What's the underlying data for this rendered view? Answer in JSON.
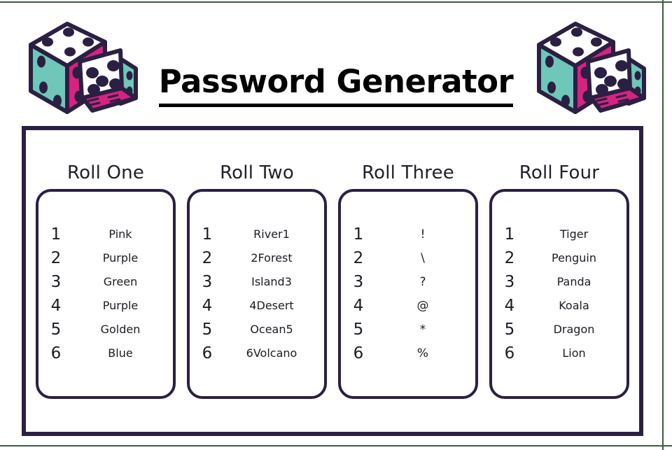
{
  "page": {
    "title": "Password Generator",
    "background_color": "#ffffff",
    "edge_rule_color": "#3f5c44",
    "frame_color": "#2b1f43",
    "accent_teal": "#6ec7b8",
    "accent_magenta": "#d6237f",
    "accent_navy": "#2b1f43"
  },
  "decorations": {
    "dice_left": "dice-pair-illustration",
    "dice_right": "dice-pair-illustration"
  },
  "columns": [
    {
      "heading": "Roll One",
      "rows": [
        {
          "num": "1",
          "value": "Pink"
        },
        {
          "num": "2",
          "value": "Purple"
        },
        {
          "num": "3",
          "value": "Green"
        },
        {
          "num": "4",
          "value": "Purple"
        },
        {
          "num": "5",
          "value": "Golden"
        },
        {
          "num": "6",
          "value": "Blue"
        }
      ]
    },
    {
      "heading": "Roll Two",
      "rows": [
        {
          "num": "1",
          "value": "River1"
        },
        {
          "num": "2",
          "value": "2Forest"
        },
        {
          "num": "3",
          "value": "Island3"
        },
        {
          "num": "4",
          "value": "4Desert"
        },
        {
          "num": "5",
          "value": "Ocean5"
        },
        {
          "num": "6",
          "value": "6Volcano"
        }
      ]
    },
    {
      "heading": "Roll Three",
      "rows": [
        {
          "num": "1",
          "value": "!"
        },
        {
          "num": "2",
          "value": "\\"
        },
        {
          "num": "3",
          "value": "?"
        },
        {
          "num": "4",
          "value": "@"
        },
        {
          "num": "5",
          "value": "*"
        },
        {
          "num": "6",
          "value": "%"
        }
      ]
    },
    {
      "heading": "Roll Four",
      "rows": [
        {
          "num": "1",
          "value": "Tiger"
        },
        {
          "num": "2",
          "value": "Penguin"
        },
        {
          "num": "3",
          "value": "Panda"
        },
        {
          "num": "4",
          "value": "Koala"
        },
        {
          "num": "5",
          "value": "Dragon"
        },
        {
          "num": "6",
          "value": "Lion"
        }
      ]
    }
  ]
}
